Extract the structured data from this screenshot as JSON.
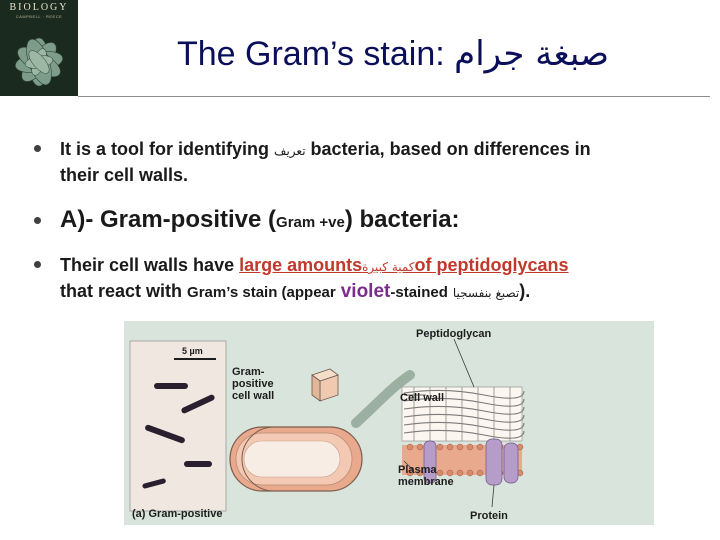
{
  "slide": {
    "title": "The Gram’s stain:",
    "title_arabic": "صبغة جرام"
  },
  "cover": {
    "title": "BIOLOGY",
    "subtitle": "CAMPBELL · REECE"
  },
  "bullets": [
    {
      "line1_a": "It is a tool for identifying",
      "line1_arabic": "تعريف",
      "line1_b": "bacteria, based on differences in",
      "line2": "their cell walls."
    },
    {
      "text_a": "A)- Gram-positive (",
      "text_small": "Gram +ve",
      "text_b": ") bacteria:"
    },
    {
      "a": "Their cell walls have",
      "red_a": "large amounts",
      "red_arabic": "كمية كبيرة",
      "red_b": "of peptidoglycans",
      "line2_a": "that react with",
      "line2_small": "Gram’s stain (appear",
      "violet": "violet",
      "line2_b": "-stained",
      "line2_arabic": "تصبغ بنفسجيا",
      "line2_end": ")."
    }
  ],
  "figure": {
    "scale": "5 µm",
    "gram_label": [
      "Gram-",
      "positive",
      "cell wall"
    ],
    "peptidoglycan": "Peptidoglycan",
    "cell_wall": "Cell wall",
    "plasma": [
      "Plasma",
      "membrane"
    ],
    "protein": "Protein",
    "caption": "(a) Gram-positive"
  },
  "colors": {
    "title": "#0b0e59",
    "emphasis_red": "#c0392b",
    "violet": "#7b2d8b"
  }
}
